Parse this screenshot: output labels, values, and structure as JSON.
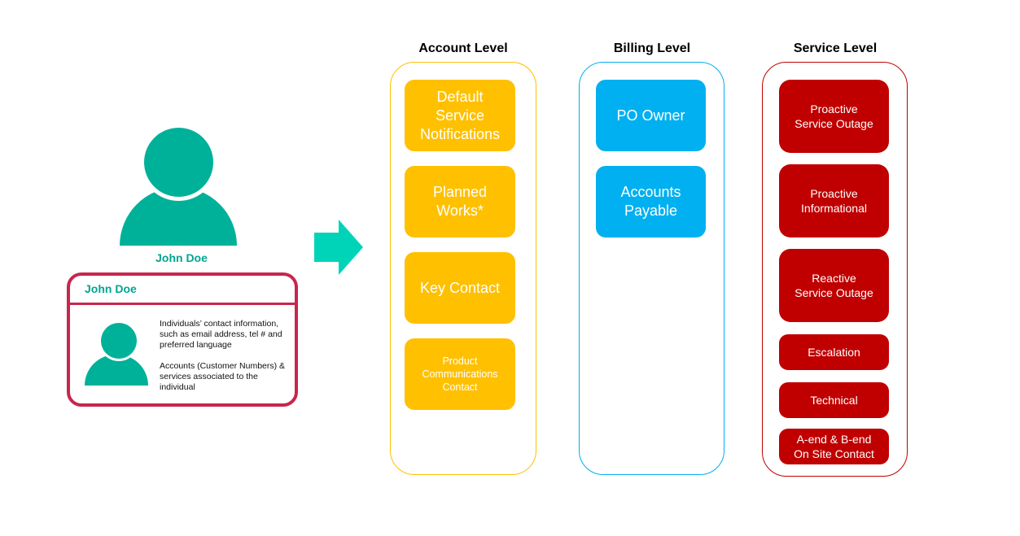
{
  "person": {
    "name": "John Doe"
  },
  "card": {
    "title": "John Doe",
    "text1": "Individuals’ contact information, such as email address, tel # and preferred language",
    "text2": "Accounts (Customer Numbers) & services associated to the individual"
  },
  "columns": {
    "account": {
      "header": "Account Level",
      "boxes": [
        "Default\nService\nNotifications",
        "Planned\nWorks*",
        "Key Contact",
        "Product\nCommunications\nContact"
      ]
    },
    "billing": {
      "header": "Billing Level",
      "boxes": [
        "PO Owner",
        "Accounts\nPayable"
      ]
    },
    "service": {
      "header": "Service Level",
      "boxes": [
        "Proactive\nService Outage",
        "Proactive\nInformational",
        "Reactive\nService Outage",
        "Escalation",
        "Technical",
        "A-end & B-end\nOn Site Contact"
      ]
    }
  },
  "colors": {
    "person": "#00b19a",
    "card_border": "#c8264d",
    "arrow": "#00d4b8",
    "account": "#ffc000",
    "billing": "#00b0f0",
    "service": "#c00000"
  },
  "icons": [
    "person-icon",
    "arrow-right-icon"
  ]
}
